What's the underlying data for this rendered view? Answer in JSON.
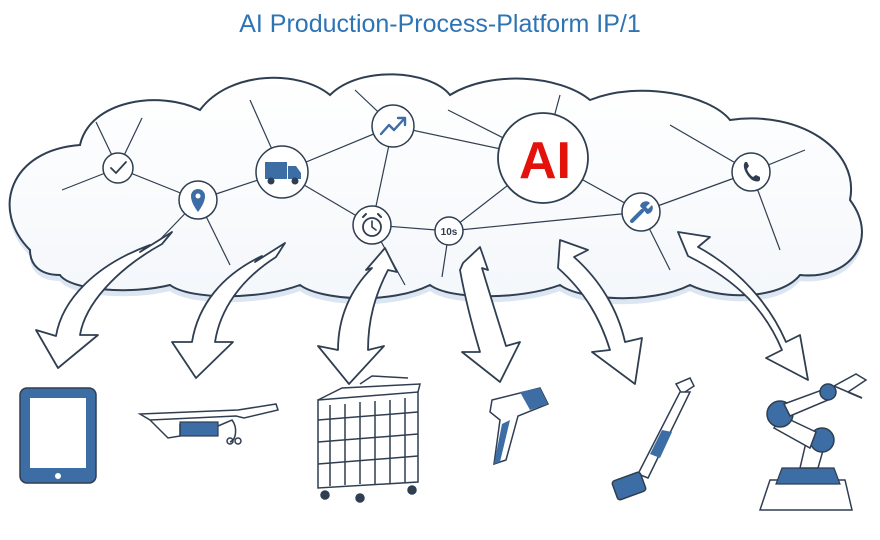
{
  "title": "AI Production-Process-Platform IP/1",
  "cloud": {
    "center_node": {
      "label": "AI",
      "label_color": "#e3120b"
    },
    "nodes": [
      {
        "name": "checkmark-icon"
      },
      {
        "name": "location-pin-icon"
      },
      {
        "name": "truck-icon"
      },
      {
        "name": "trend-chart-icon"
      },
      {
        "name": "alarm-clock-icon"
      },
      {
        "name": "timer-icon",
        "label": "10s"
      },
      {
        "name": "wrench-icon"
      },
      {
        "name": "phone-icon"
      }
    ]
  },
  "devices": [
    {
      "name": "tablet-device"
    },
    {
      "name": "smart-glasses-device"
    },
    {
      "name": "shelf-cart-device"
    },
    {
      "name": "barcode-scanner-device"
    },
    {
      "name": "screwdriver-device"
    },
    {
      "name": "robot-arm-device"
    }
  ],
  "colors": {
    "line": "#2f3e50",
    "cloud_fill": "#ffffff",
    "cloud_halo": "#dbe6f2",
    "device_fill": "#3d6da5",
    "title": "#2e74b5",
    "ai": "#e3120b"
  }
}
